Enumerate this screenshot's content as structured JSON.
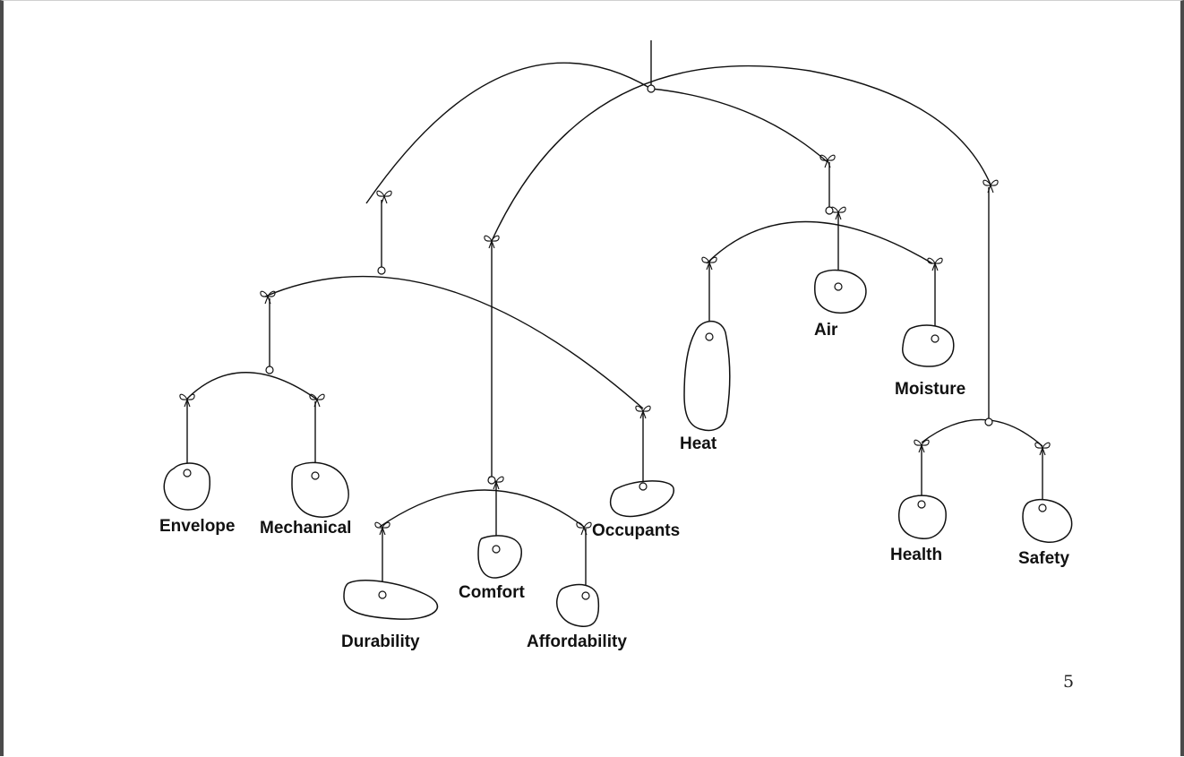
{
  "labels": {
    "envelope": "Envelope",
    "mechanical": "Mechanical",
    "durability": "Durability",
    "comfort": "Comfort",
    "affordability": "Affordability",
    "occupants": "Occupants",
    "heat": "Heat",
    "air": "Air",
    "moisture": "Moisture",
    "health": "Health",
    "safety": "Safety"
  },
  "page_number": "5"
}
